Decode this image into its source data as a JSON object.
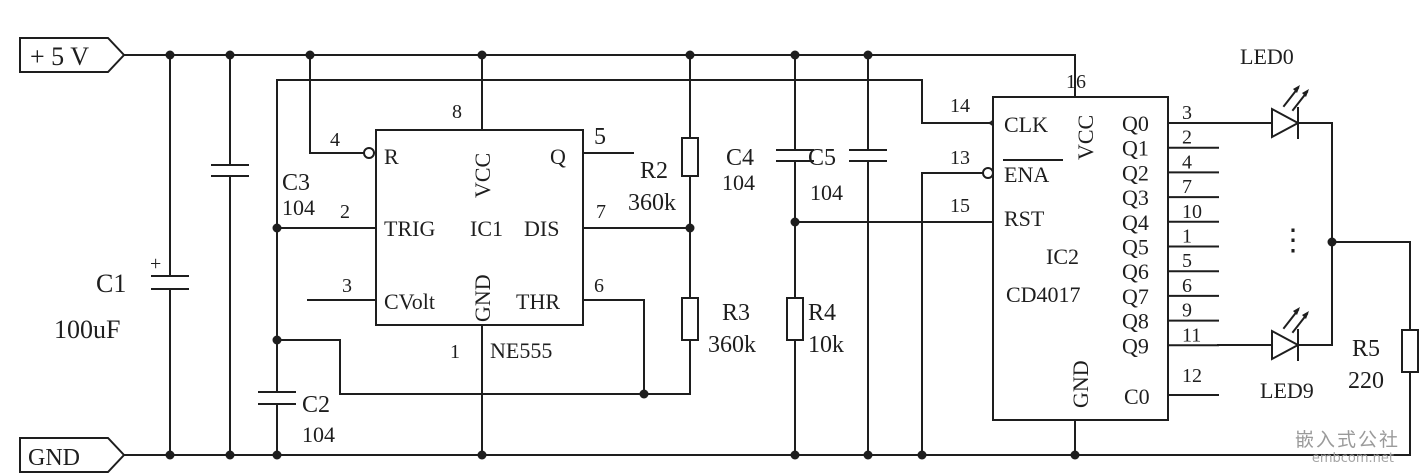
{
  "power": {
    "vcc": "+ 5 V",
    "gnd": "GND"
  },
  "ic1": {
    "ref": "IC1",
    "part": "NE555",
    "pins": {
      "r": "R",
      "vcc": "VCC",
      "q": "Q",
      "trig": "TRIG",
      "dis": "DIS",
      "cvolt": "CVolt",
      "gnd": "GND",
      "thr": "THR"
    },
    "pin_numbers": {
      "r": "4",
      "vcc": "8",
      "q": "5",
      "trig": "2",
      "dis": "7",
      "cvolt": "3",
      "gnd": "1",
      "thr": "6"
    }
  },
  "ic2": {
    "ref": "IC2",
    "part": "CD4017",
    "pins": {
      "clk": "CLK",
      "ena": "ENA",
      "rst": "RST",
      "vcc": "VCC",
      "gnd": "GND",
      "co": "C0"
    },
    "pin_numbers": {
      "vcc": "16",
      "clk": "14",
      "ena": "13",
      "rst": "15",
      "co": "12"
    },
    "outputs": [
      {
        "name": "Q0",
        "pin": "3"
      },
      {
        "name": "Q1",
        "pin": "2"
      },
      {
        "name": "Q2",
        "pin": "4"
      },
      {
        "name": "Q3",
        "pin": "7"
      },
      {
        "name": "Q4",
        "pin": "10"
      },
      {
        "name": "Q5",
        "pin": "1"
      },
      {
        "name": "Q6",
        "pin": "5"
      },
      {
        "name": "Q7",
        "pin": "6"
      },
      {
        "name": "Q8",
        "pin": "9"
      },
      {
        "name": "Q9",
        "pin": "11"
      }
    ]
  },
  "components": {
    "c1": {
      "ref": "C1",
      "value": "100uF",
      "polarity": "+"
    },
    "c2": {
      "ref": "C2",
      "value": "104"
    },
    "c3": {
      "ref": "C3",
      "value": "104"
    },
    "c4": {
      "ref": "C4",
      "value": "104"
    },
    "c5": {
      "ref": "C5",
      "value": "104"
    },
    "r2": {
      "ref": "R2",
      "value": "360k"
    },
    "r3": {
      "ref": "R3",
      "value": "360k"
    },
    "r4": {
      "ref": "R4",
      "value": "10k"
    },
    "r5": {
      "ref": "R5",
      "value": "220"
    }
  },
  "leds": {
    "first": "LED0",
    "last": "LED9",
    "ellipsis": "⋮"
  },
  "watermark": {
    "cn": "嵌入式公社",
    "en": "embcom.net"
  }
}
